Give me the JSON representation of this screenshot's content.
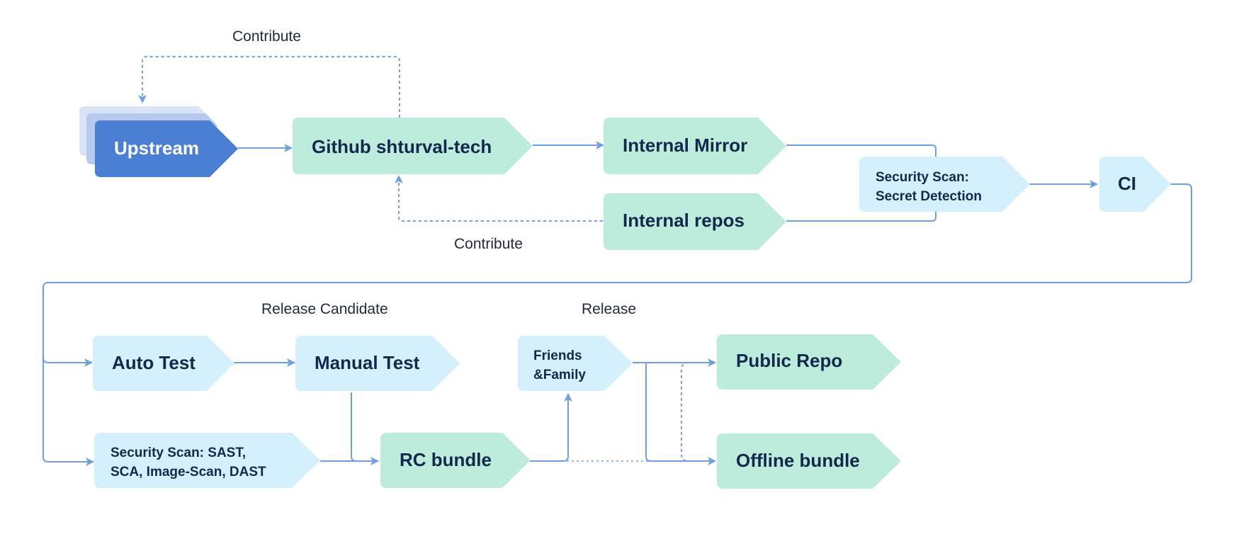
{
  "diagram": {
    "colors": {
      "upstream_fill": "#4a7fd4",
      "upstream_shadow_1": "#b7c9ec",
      "upstream_shadow_2": "#dbe4f6",
      "green_fill": "#bdebdc",
      "blue_fill": "#d3f0fc",
      "edge": "#6f9fe0",
      "text_dark": "#13294b"
    },
    "nodes": {
      "upstream": "Upstream",
      "github": "Github shturval-tech",
      "internal_mirror": "Internal Mirror",
      "internal_repos": "Internal repos",
      "security_scan_secret_line1": "Security Scan:",
      "security_scan_secret_line2": "Secret Detection",
      "ci": "CI",
      "auto_test": "Auto Test",
      "manual_test": "Manual Test",
      "friends_family_line1": "Friends",
      "friends_family_line2": "&Family",
      "public_repo": "Public Repo",
      "security_scan_sast_line1": "Security Scan: SAST,",
      "security_scan_sast_line2": "SCA, Image-Scan, DAST",
      "rc_bundle": "RC bundle",
      "offline_bundle": "Offline bundle"
    },
    "labels": {
      "contribute_top": "Contribute",
      "contribute_bottom": "Contribute",
      "release_candidate": "Release Candidate",
      "release": "Release"
    }
  }
}
